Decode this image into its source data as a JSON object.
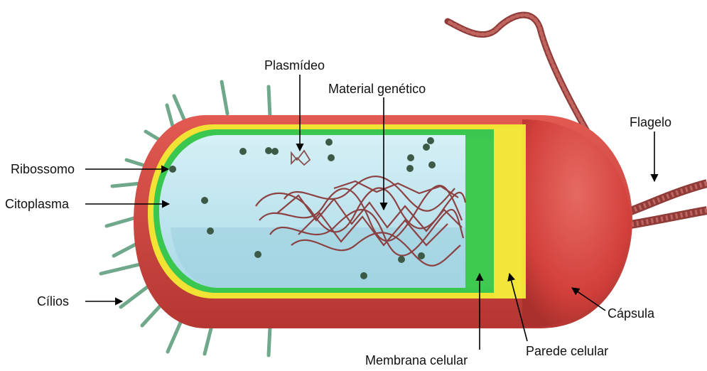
{
  "labels": {
    "plasmid": "Plasmídeo",
    "genetic_material": "Material genético",
    "flagellum": "Flagelo",
    "ribosome": "Ribossomo",
    "cytoplasm": "Citoplasma",
    "cilia": "Cílios",
    "capsule": "Cápsula",
    "cell_membrane": "Membrana celular",
    "cell_wall": "Parede celular"
  },
  "colors": {
    "capsule": "#d8443f",
    "capsule_dark": "#a92a29",
    "cell_wall": "#f2e233",
    "cell_membrane": "#2fc24a",
    "cytoplasm": "#bfe6f0",
    "ribosome": "#3c5a46",
    "genetic_material": "#8a3a3a",
    "cilia": "#6fa88a",
    "flagellum": "#b2524e"
  },
  "icons": [
    "arrow-icon"
  ]
}
